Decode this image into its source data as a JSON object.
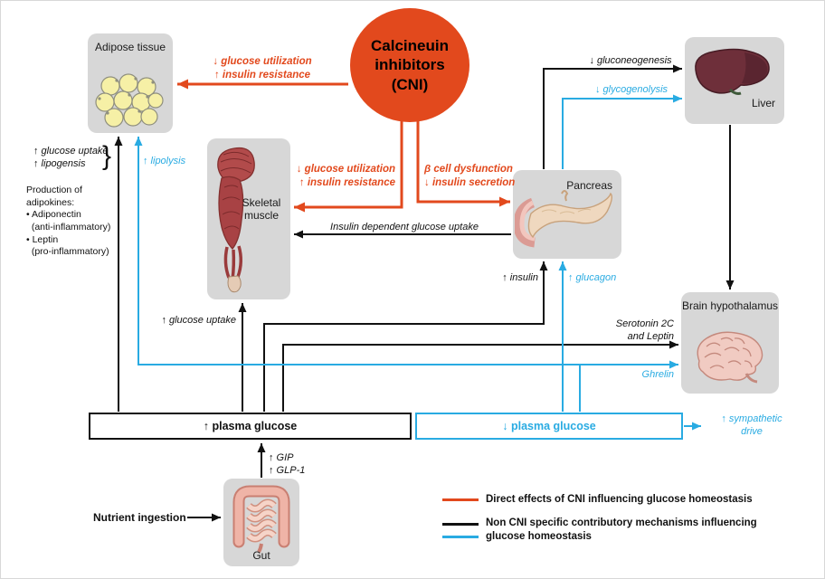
{
  "cni_circle": {
    "title": "Calcineuin\ninhibitors\n(CNI)"
  },
  "organs": {
    "adipose": "Adipose tissue",
    "skeletal_muscle": "Skeletal muscle",
    "liver": "Liver",
    "pancreas": "Pancreas",
    "brain": "Brain hypothalamus",
    "gut": "Gut"
  },
  "plasma_boxes": {
    "high": "↑ plasma glucose",
    "low": "↓ plasma glucose"
  },
  "cni_effects": {
    "adipose": "↓ glucose utilization\n↑ insulin resistance",
    "muscle": "↓ glucose utilization\n↑ insulin resistance",
    "pancreas": "β cell dysfunction\n↓ insulin secretion"
  },
  "pathway_labels": {
    "glucose_uptake_lipogenesis": "↑ glucose uptake\n↑ lipogensis",
    "brace": "}",
    "adipokines": "Production of\nadipokines:\n• Adiponectin\n  (anti-inflammatory)\n• Leptin\n  (pro-inflammatory)",
    "lipolysis": "↑ lipolysis",
    "glucose_uptake": "↑ glucose uptake",
    "insulin_dependent_uptake": "Insulin dependent glucose uptake",
    "insulin": "↑ insulin",
    "glucagon": "↑ glucagon",
    "gluconeogenesis": "↓ gluconeogenesis",
    "glycogenolysis": "↓ glycogenolysis",
    "serotonin_leptin": "Serotonin 2C\nand Leptin",
    "ghrelin": "Ghrelin",
    "sympathetic_drive": "↑ sympathetic\ndrive",
    "incretins": "↑ GIP\n↑ GLP-1",
    "nutrient_ingestion": "Nutrient ingestion"
  },
  "legend": {
    "direct": "Direct effects of CNI influencing glucose homeostasis",
    "non_cni": "Non CNI specific contributory mechanisms influencing\nglucose homeostasis"
  },
  "colors": {
    "orange": "#E2491D",
    "cyan": "#29ABE2",
    "ink": "#111111",
    "box-gray": "#D7D7D7"
  }
}
